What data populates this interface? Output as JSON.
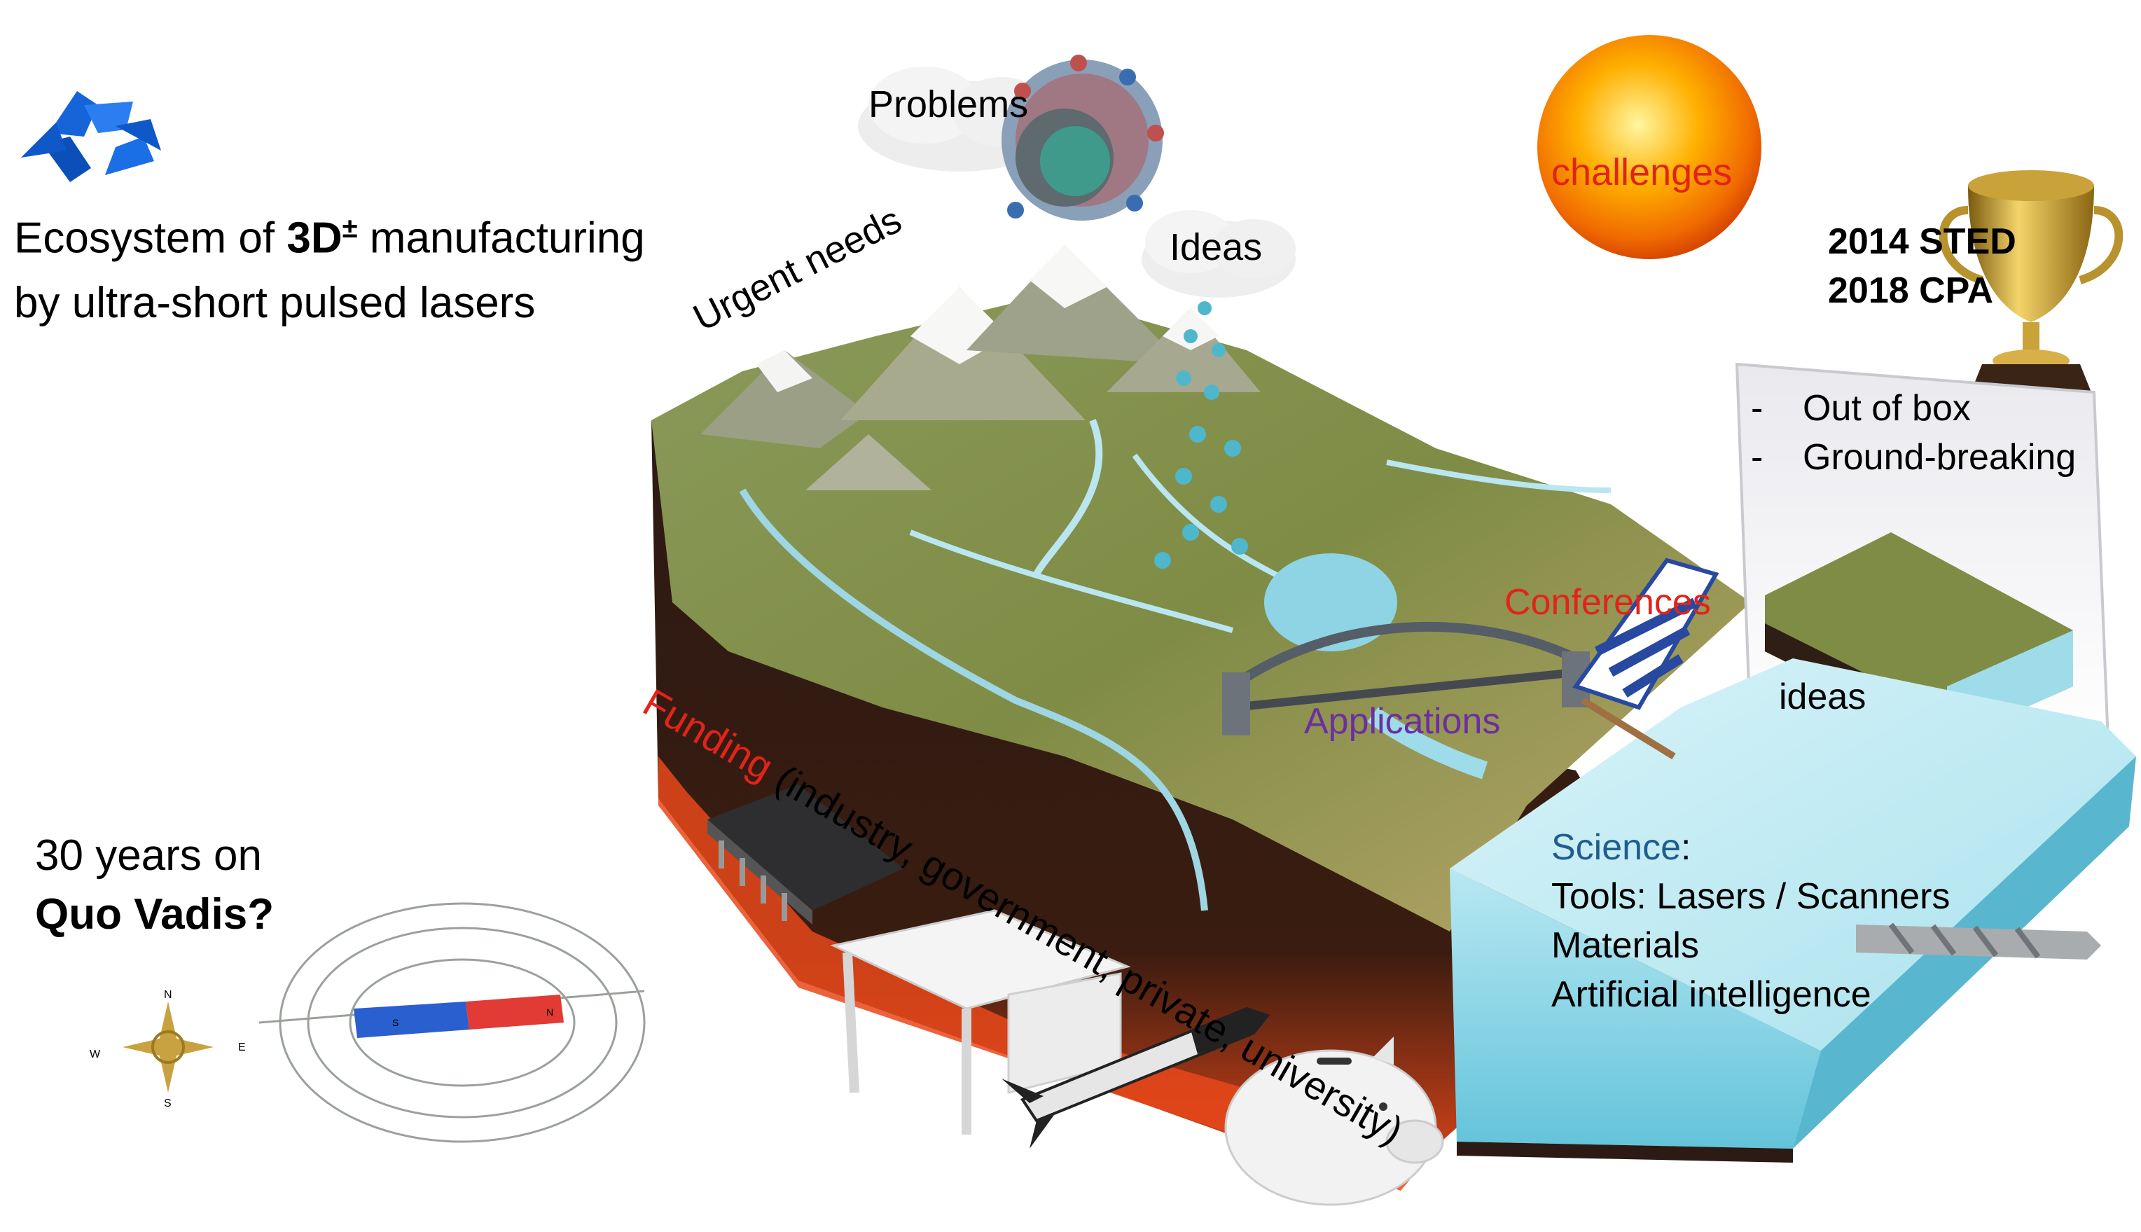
{
  "title": {
    "line1_prefix": "Ecosystem of ",
    "line1_bold": "3D",
    "line1_sup": "±",
    "line1_suffix": " manufacturing",
    "line2": "by ultra-short pulsed  lasers"
  },
  "bottom_left": {
    "line1": "30 years on",
    "line2": "Quo Vadis?"
  },
  "compass": {
    "n": "N",
    "e": "E",
    "s": "S",
    "w": "W"
  },
  "magnet": {
    "s_pole": "S",
    "n_pole": "N"
  },
  "landscape": {
    "problems": "Problems",
    "ideas": "Ideas",
    "urgent_needs": "Urgent needs",
    "conferences": "Conferences",
    "applications": "Applications",
    "funding_label": "Funding",
    "funding_rest": " (industry, government, private, university)"
  },
  "sun": {
    "label": "challenges"
  },
  "trophy": {
    "line1": "2014 STED",
    "line2": "2018 CPA"
  },
  "inset_box": {
    "items": [
      {
        "dash": "-",
        "text": "Out of box"
      },
      {
        "dash": "-",
        "text": "Ground-breaking"
      }
    ],
    "label": "ideas"
  },
  "science": {
    "heading": "Science",
    "colon": ":",
    "lines": [
      "Tools: Lasers / Scanners",
      "Materials",
      "Artificial intelligence"
    ]
  },
  "colors": {
    "red_label": "#e2231a",
    "purple_label": "#6b2fa0",
    "science_blue": "#1f5d8e",
    "recycle_blue": "#1565d8",
    "water": "#9fdcea",
    "lava": "#e8481a"
  },
  "icons": [
    "recycle-icon",
    "virus-icon",
    "sun-icon",
    "trophy-icon",
    "compass-icon",
    "magnet-icon",
    "chip-icon",
    "desk-icon",
    "rocket-icon",
    "piggy-bank-icon",
    "bridge-icon",
    "beach-chair-icon",
    "drill-bit-icon"
  ]
}
